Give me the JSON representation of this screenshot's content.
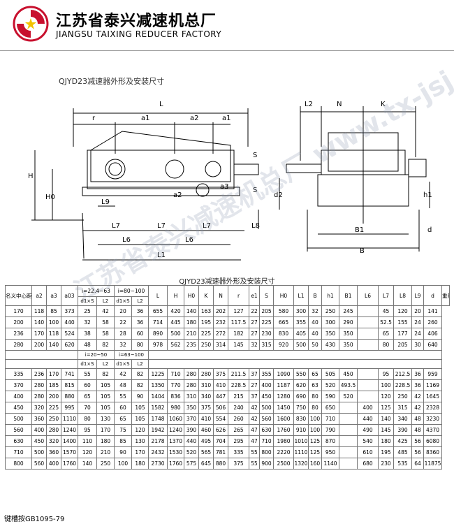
{
  "header": {
    "company_cn": "江苏省泰兴减速机总厂",
    "company_en": "JIANGSU TAIXING REDUCER FACTORY"
  },
  "drawing": {
    "title": "QJYD23减速器外形及安装尺寸",
    "labels": {
      "L": "L",
      "r": "r",
      "a1": "a1",
      "a2": "a2",
      "a1b": "a1",
      "S": "S",
      "S2": "S",
      "H": "H",
      "H0": "H0",
      "L9": "L9",
      "L7a": "L7",
      "L7b": "L7",
      "L7c": "L7",
      "L6a": "L6",
      "L6b": "L6",
      "L1": "L1",
      "L8": "L8",
      "a2d": "a2",
      "a3d": "a3",
      "L2": "L2",
      "N": "N",
      "K": "K",
      "d2": "d2",
      "h1": "h1",
      "B1": "B1",
      "B": "B",
      "d": "d"
    },
    "watermark": "江苏省泰兴减速机总厂 www.tx-jsj.com"
  },
  "table": {
    "title": "QJYD23减速器外形及安装尺寸",
    "head_top": [
      "名义中心距a1",
      "a2",
      "a3",
      "a03",
      "i=22.4~63",
      "i=80~100",
      "L",
      "H",
      "H0",
      "K",
      "N",
      "r",
      "e1",
      "S",
      "H0",
      "L1",
      "B",
      "h1",
      "B1",
      "L6",
      "L7",
      "L8",
      "L9",
      "d",
      "重量kg"
    ],
    "head_sub": [
      "d1×S",
      "L2",
      "d1×S",
      "L2"
    ],
    "head_top2": [
      "i=20~50",
      "i=63~100"
    ],
    "rows1": [
      [
        "170",
        "118",
        "85",
        "373",
        "25",
        "42",
        "20",
        "36",
        "655",
        "420",
        "140",
        "163",
        "202",
        "127",
        "22",
        "205",
        "580",
        "300",
        "32",
        "250",
        "245",
        "",
        "45",
        "120",
        "20",
        "141"
      ],
      [
        "200",
        "140",
        "100",
        "440",
        "32",
        "58",
        "22",
        "36",
        "714",
        "445",
        "180",
        "195",
        "232",
        "117.5",
        "27",
        "225",
        "665",
        "355",
        "40",
        "300",
        "290",
        "",
        "52.5",
        "155",
        "24",
        "260"
      ],
      [
        "236",
        "170",
        "118",
        "524",
        "38",
        "58",
        "28",
        "60",
        "890",
        "500",
        "210",
        "225",
        "272",
        "182",
        "27",
        "230",
        "830",
        "405",
        "40",
        "350",
        "350",
        "",
        "65",
        "177",
        "24",
        "406"
      ],
      [
        "280",
        "200",
        "140",
        "620",
        "48",
        "82",
        "32",
        "80",
        "978",
        "562",
        "235",
        "250",
        "314",
        "145",
        "32",
        "315",
        "920",
        "500",
        "50",
        "430",
        "350",
        "",
        "80",
        "205",
        "30",
        "640"
      ]
    ],
    "rows2": [
      [
        "335",
        "236",
        "170",
        "741",
        "55",
        "82",
        "42",
        "82",
        "1225",
        "710",
        "280",
        "280",
        "375",
        "211.5",
        "37",
        "355",
        "1090",
        "550",
        "65",
        "505",
        "450",
        "",
        "95",
        "212.5",
        "36",
        "959"
      ],
      [
        "370",
        "280",
        "185",
        "815",
        "60",
        "105",
        "48",
        "82",
        "1350",
        "770",
        "280",
        "310",
        "410",
        "228.5",
        "27",
        "400",
        "1187",
        "620",
        "63",
        "520",
        "493.5",
        "",
        "100",
        "228.5",
        "36",
        "1169"
      ],
      [
        "400",
        "280",
        "200",
        "880",
        "65",
        "105",
        "55",
        "90",
        "1404",
        "836",
        "310",
        "340",
        "447",
        "215",
        "37",
        "450",
        "1280",
        "690",
        "80",
        "590",
        "520",
        "",
        "120",
        "250",
        "42",
        "1645"
      ],
      [
        "450",
        "320",
        "225",
        "995",
        "70",
        "105",
        "60",
        "105",
        "1582",
        "980",
        "350",
        "375",
        "506",
        "240",
        "42",
        "500",
        "1450",
        "750",
        "80",
        "650",
        "",
        "400",
        "125",
        "315",
        "42",
        "2328"
      ],
      [
        "500",
        "360",
        "250",
        "1110",
        "80",
        "130",
        "65",
        "105",
        "1748",
        "1060",
        "370",
        "410",
        "554",
        "260",
        "42",
        "560",
        "1600",
        "830",
        "100",
        "710",
        "",
        "440",
        "140",
        "340",
        "48",
        "3230"
      ],
      [
        "560",
        "400",
        "280",
        "1240",
        "95",
        "170",
        "75",
        "120",
        "1942",
        "1240",
        "390",
        "460",
        "626",
        "265",
        "47",
        "630",
        "1760",
        "910",
        "100",
        "790",
        "",
        "490",
        "145",
        "390",
        "48",
        "4370"
      ],
      [
        "630",
        "450",
        "320",
        "1400",
        "110",
        "180",
        "85",
        "130",
        "2178",
        "1370",
        "440",
        "495",
        "704",
        "295",
        "47",
        "710",
        "1980",
        "1010",
        "125",
        "870",
        "",
        "540",
        "180",
        "425",
        "56",
        "6080"
      ],
      [
        "710",
        "500",
        "360",
        "1570",
        "120",
        "210",
        "90",
        "170",
        "2432",
        "1530",
        "520",
        "565",
        "781",
        "335",
        "55",
        "800",
        "2220",
        "1110",
        "125",
        "950",
        "",
        "610",
        "195",
        "485",
        "56",
        "8360"
      ],
      [
        "800",
        "560",
        "400",
        "1760",
        "140",
        "250",
        "100",
        "180",
        "2730",
        "1760",
        "575",
        "645",
        "880",
        "375",
        "55",
        "900",
        "2500",
        "1320",
        "160",
        "1140",
        "",
        "680",
        "230",
        "535",
        "64",
        "11875"
      ]
    ]
  },
  "note": "键槽按GB1095-79"
}
